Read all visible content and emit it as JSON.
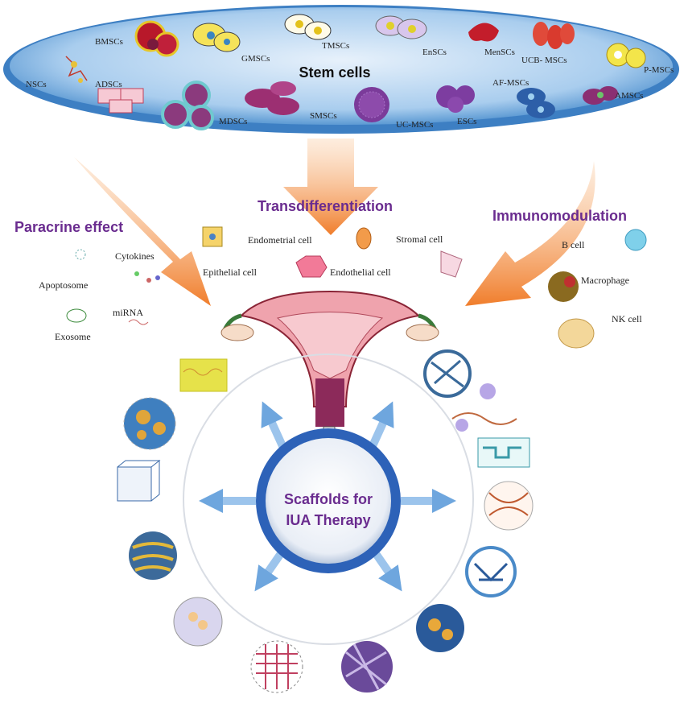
{
  "title": "Stem cells",
  "stem_cells": [
    "BMSCs",
    "GMSCs",
    "TMSCs",
    "EnSCs",
    "MenSCs",
    "UCB- MSCs",
    "P-MSCs",
    "NSCs",
    "ADSCs",
    "MDSCs",
    "SMSCs",
    "UC-MSCs",
    "ESCs",
    "AF-MSCs",
    "AMSCs"
  ],
  "mechanisms": {
    "paracrine": "Paracrine effect",
    "transdifferentiation": "Transdifferentiation",
    "immunomodulation": "Immunomodulation"
  },
  "paracrine_items": [
    "Cytokines",
    "Apoptosome",
    "miRNA",
    "Exosome"
  ],
  "transdiff_items": [
    "Endometrial cell",
    "Stromal cell",
    "Epithelial  cell",
    "Endothelial cell"
  ],
  "immune_items": [
    "B cell",
    "Macrophage",
    "NK cell"
  ],
  "center_label": [
    "Scaffolds for",
    "IUA Therapy"
  ],
  "colors": {
    "ellipse": "#3f86c9",
    "arrow": "#f08a3c",
    "heading": "#6a2c8f",
    "ring": "#2d62b8"
  }
}
